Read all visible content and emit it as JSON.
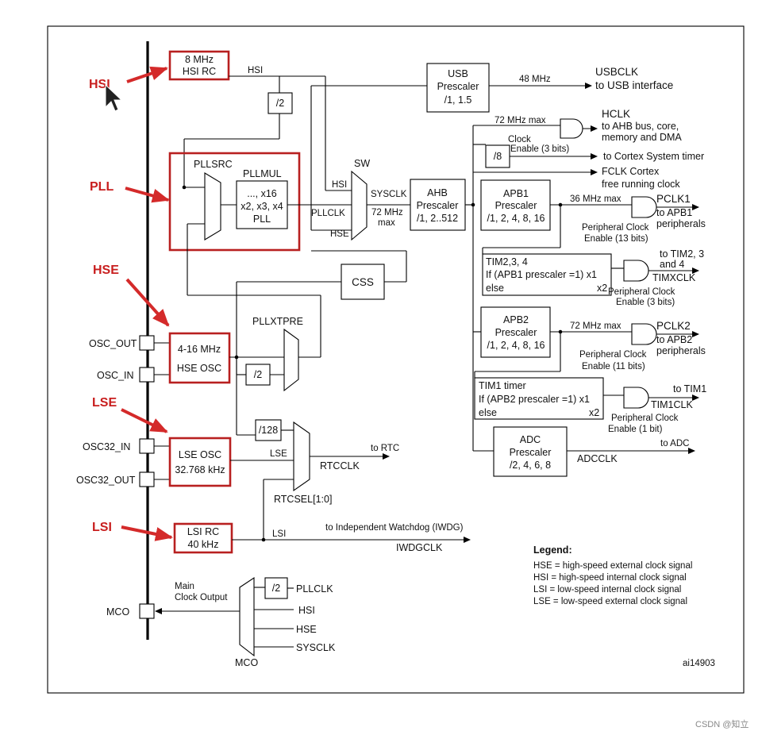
{
  "red_labels": {
    "hsi": "HSI",
    "pll": "PLL",
    "hse": "HSE",
    "lse": "LSE",
    "lsi": "LSI"
  },
  "hsi_rc": [
    "8 MHz",
    "HSI RC"
  ],
  "hse_osc": [
    "4-16 MHz",
    "HSE OSC"
  ],
  "lse_osc": [
    "LSE OSC",
    "32.768 kHz"
  ],
  "lsi_rc": [
    "LSI RC",
    "40 kHz"
  ],
  "pins": {
    "osc_out": "OSC_OUT",
    "osc_in": "OSC_IN",
    "osc32_in": "OSC32_IN",
    "osc32_out": "OSC32_OUT",
    "mco": "MCO"
  },
  "signals": {
    "hsi": "HSI",
    "pllsrc": "PLLSRC",
    "pllmul": "PLLMUL",
    "pll_box": [
      "..., x16",
      "x2, x3, x4",
      "PLL"
    ],
    "div2": "/2",
    "sw": "SW",
    "sw_hsi": "HSI",
    "sw_pllclk": "PLLCLK",
    "sw_hse": "HSE",
    "sysclk": "SYSCLK",
    "sysclk_max": [
      "72 MHz",
      "max"
    ],
    "css": "CSS",
    "pllxtpre": "PLLXTPRE",
    "div128": "/128",
    "lse": "LSE",
    "rtcclk": "RTCCLK",
    "rtcsel": "RTCSEL[1:0]",
    "to_rtc": "to RTC",
    "lsi": "LSI",
    "to_iwdg": "to Independent Watchdog (IWDG)",
    "iwdgclk": "IWDGCLK"
  },
  "usb": {
    "box": [
      "USB",
      "Prescaler",
      "/1, 1.5"
    ],
    "freq": "48 MHz",
    "out": [
      "USBCLK",
      "to USB interface"
    ]
  },
  "ahb": {
    "box": [
      "AHB",
      "Prescaler",
      "/1, 2..512"
    ],
    "max": "72 MHz max",
    "clock_enable": [
      "Clock",
      "Enable (3 bits)"
    ],
    "hclk": [
      "HCLK",
      "to AHB bus, core,",
      "memory and DMA"
    ],
    "div8": "/8",
    "cortex_timer": "to Cortex System timer",
    "fclk": [
      "FCLK Cortex",
      "free running clock"
    ]
  },
  "apb1": {
    "box": [
      "APB1",
      "Prescaler",
      "/1, 2, 4, 8, 16"
    ],
    "max": "36 MHz max",
    "pclk": [
      "PCLK1",
      "to APB1",
      "peripherals"
    ],
    "enable": [
      "Peripheral Clock",
      "Enable (13 bits)"
    ],
    "tim_box": [
      "TIM2,3, 4",
      "If (APB1 prescaler =1) x1",
      "else",
      "x2"
    ],
    "tim_out": [
      "to TIM2, 3",
      "and 4",
      "TIMXCLK"
    ],
    "tim_enable": [
      "Peripheral Clock",
      "Enable (3 bits)"
    ]
  },
  "apb2": {
    "box": [
      "APB2",
      "Prescaler",
      "/1, 2, 4, 8, 16"
    ],
    "max": "72 MHz max",
    "pclk": [
      "PCLK2",
      "to APB2",
      "peripherals"
    ],
    "enable": [
      "Peripheral Clock",
      "Enable (11 bits)"
    ],
    "tim_box": [
      "TIM1 timer",
      "If (APB2 prescaler =1) x1",
      "else",
      "x2"
    ],
    "tim_out": [
      "to TIM1",
      "TIM1CLK"
    ],
    "tim_enable": [
      "Peripheral Clock",
      "Enable (1 bit)"
    ]
  },
  "adc": {
    "box": [
      "ADC",
      "Prescaler",
      "/2, 4, 6, 8"
    ],
    "out": [
      "to ADC",
      "ADCCLK"
    ]
  },
  "mco": {
    "label": [
      "Main",
      "Clock Output"
    ],
    "div2": "/2",
    "inputs": [
      "PLLCLK",
      "HSI",
      "HSE",
      "SYSCLK"
    ],
    "mux": "MCO"
  },
  "legend": {
    "title": "Legend:",
    "items": [
      "HSE = high-speed external clock signal",
      "HSI = high-speed internal clock signal",
      "LSI = low-speed internal clock signal",
      "LSE = low-speed external clock signal"
    ]
  },
  "ref": "ai14903",
  "watermark": "CSDN @知立"
}
